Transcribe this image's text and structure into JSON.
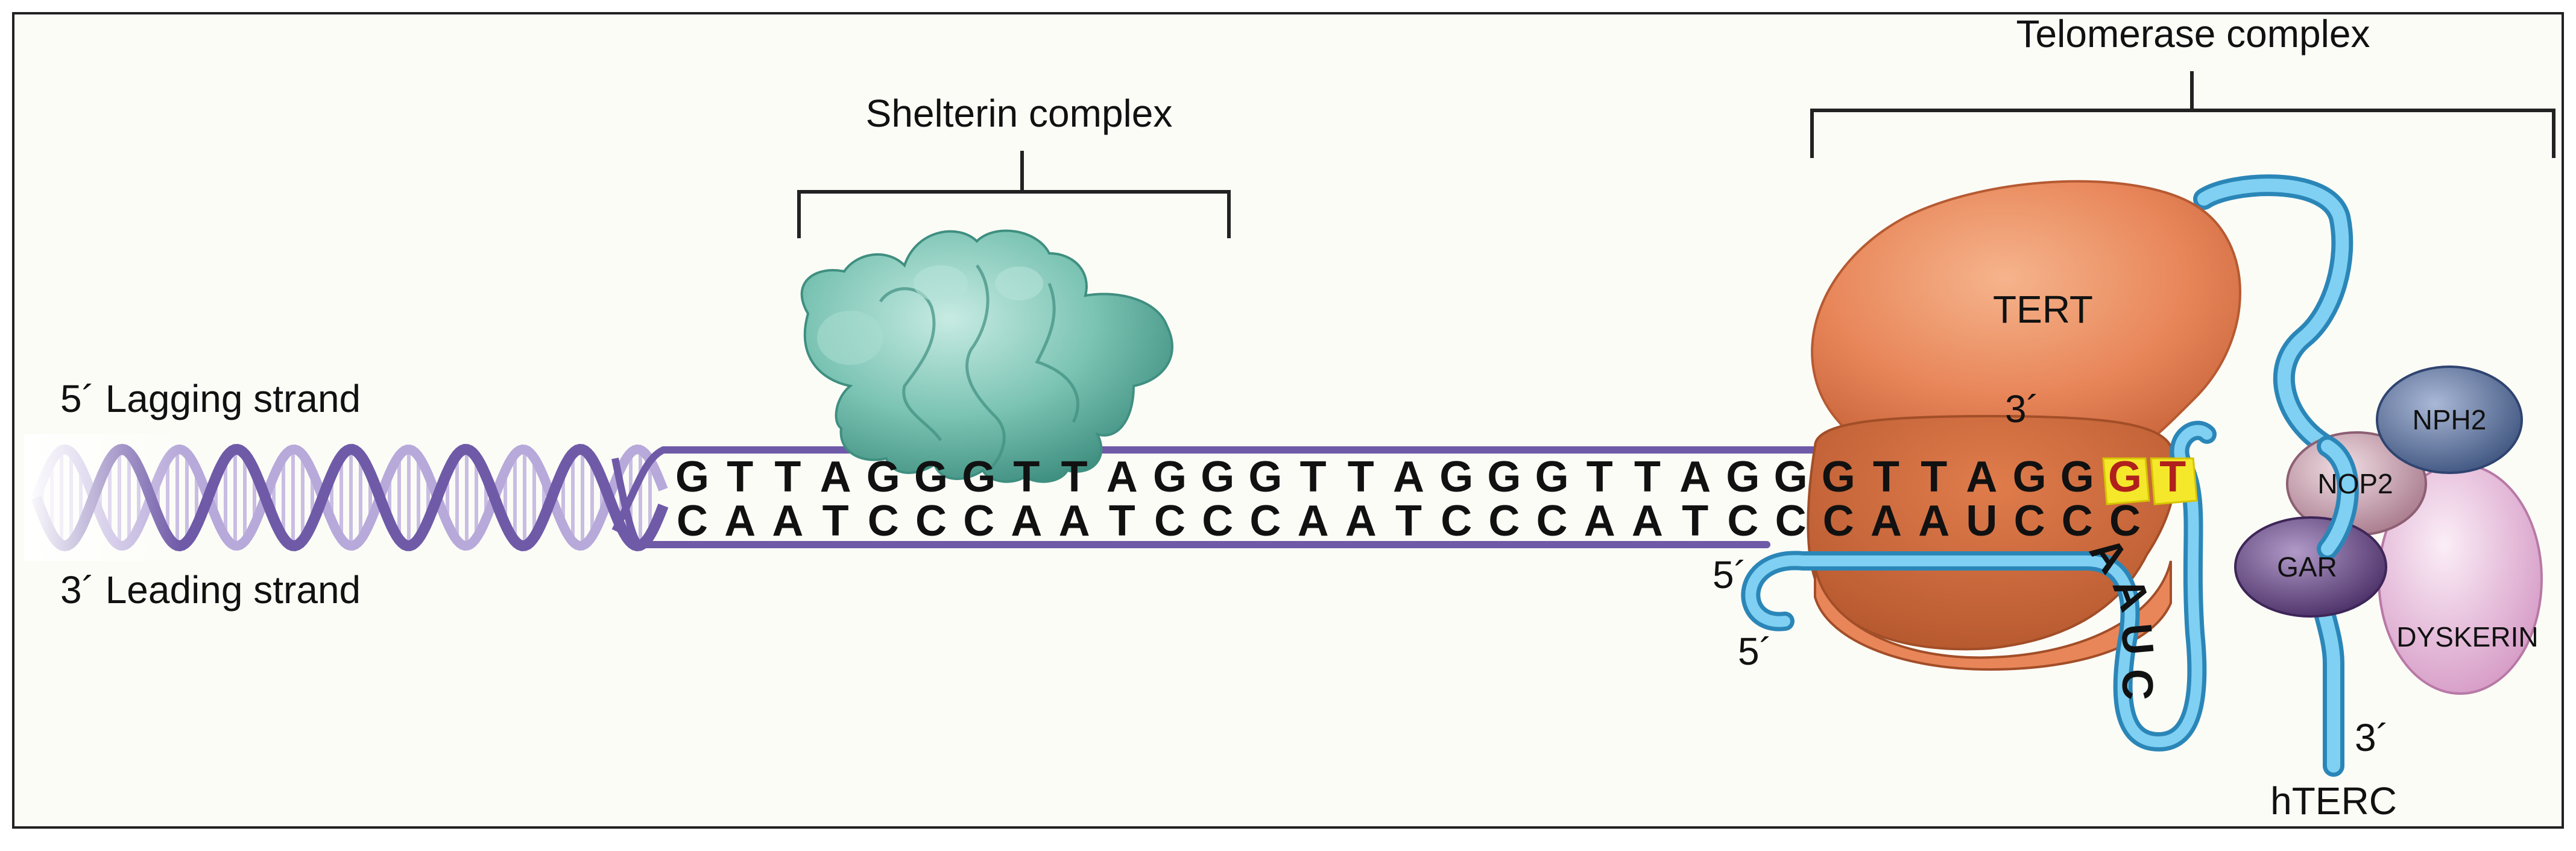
{
  "labels": {
    "lagging_strand": "5´ Lagging strand",
    "leading_strand": "3´ Leading strand",
    "shelterin": "Shelterin complex",
    "telomerase": "Telomerase complex",
    "tert": "TERT",
    "three_prime_top": "3´",
    "five_prime_inner": "5´",
    "five_prime_outer": "5´",
    "three_prime_bottom": "3´",
    "hterc": "hTERC",
    "nph2": "NPH2",
    "nop2": "NOP2",
    "gar": "GAR",
    "dyskerin": "DYSKERIN"
  },
  "sequence": {
    "top": [
      "G",
      "T",
      "T",
      "A",
      "G",
      "G",
      "G",
      "T",
      "T",
      "A",
      "G",
      "G",
      "G",
      "T",
      "T",
      "A",
      "G",
      "G",
      "G",
      "T",
      "T",
      "A",
      "G",
      "G",
      "G",
      "T",
      "T",
      "A",
      "G",
      "G"
    ],
    "top_new": [
      "G",
      "T"
    ],
    "bottom": [
      "C",
      "A",
      "A",
      "T",
      "C",
      "C",
      "C",
      "A",
      "A",
      "T",
      "C",
      "C",
      "C",
      "A",
      "A",
      "T",
      "C",
      "C",
      "C",
      "A",
      "A",
      "T",
      "C",
      "C",
      "C",
      "A",
      "A",
      "U",
      "C",
      "C",
      "C"
    ],
    "template_tail": [
      "A",
      "A",
      "U",
      "C"
    ]
  },
  "colors": {
    "dna_strand": "#6f5aa8",
    "tert": "#e8865a",
    "shelterin": "#7cc4b4",
    "hterc": "#5db8e6",
    "highlight": "#f5e82a",
    "nph2": "#5a6f9a",
    "nop2": "#c79aab",
    "gar": "#6a4a86",
    "dyskerin": "#e3b4d6"
  }
}
